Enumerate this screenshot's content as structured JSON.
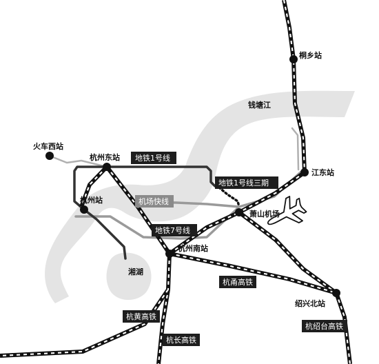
{
  "colors": {
    "background": "#ffffff",
    "river": "#e4e4e4",
    "railway": "#111111",
    "metro_line_1": "#333333",
    "metro_line_1_phase3": "#111111",
    "metro_line_7": "#9a9a9a",
    "airport_express": "#9a9a9a",
    "connector": "#b0b0b0",
    "station_dot": "#111111",
    "tag_dark": "#1e1e1e",
    "tag_gray": "#8a8a8a",
    "tag_text": "#ffffff"
  },
  "river": {
    "name": "钱塘江"
  },
  "lake": {
    "name": "湘湖"
  },
  "stations": {
    "huochexi": "火车西站",
    "hangzhoudong": "杭州东站",
    "hangzhou": "杭州站",
    "hangzhounan": "杭州南站",
    "xiaoshan_airport": "萧山机场",
    "jiangdong": "江东站",
    "tongxiang": "桐乡站",
    "shaoxingbei": "绍兴北站"
  },
  "lines": {
    "metro_1": "地铁1号线",
    "metro_1_phase3": "地铁1号线三期",
    "airport_express": "机场快线",
    "metro_7": "地铁7号线",
    "hangyong_hsr": "杭甬高铁",
    "hanghuang_hsr": "杭黄高铁",
    "hangchang_hsr": "杭长高铁",
    "hangshaotai_hsr": "杭绍台高铁"
  },
  "icons": {
    "airport": "airplane-icon"
  }
}
